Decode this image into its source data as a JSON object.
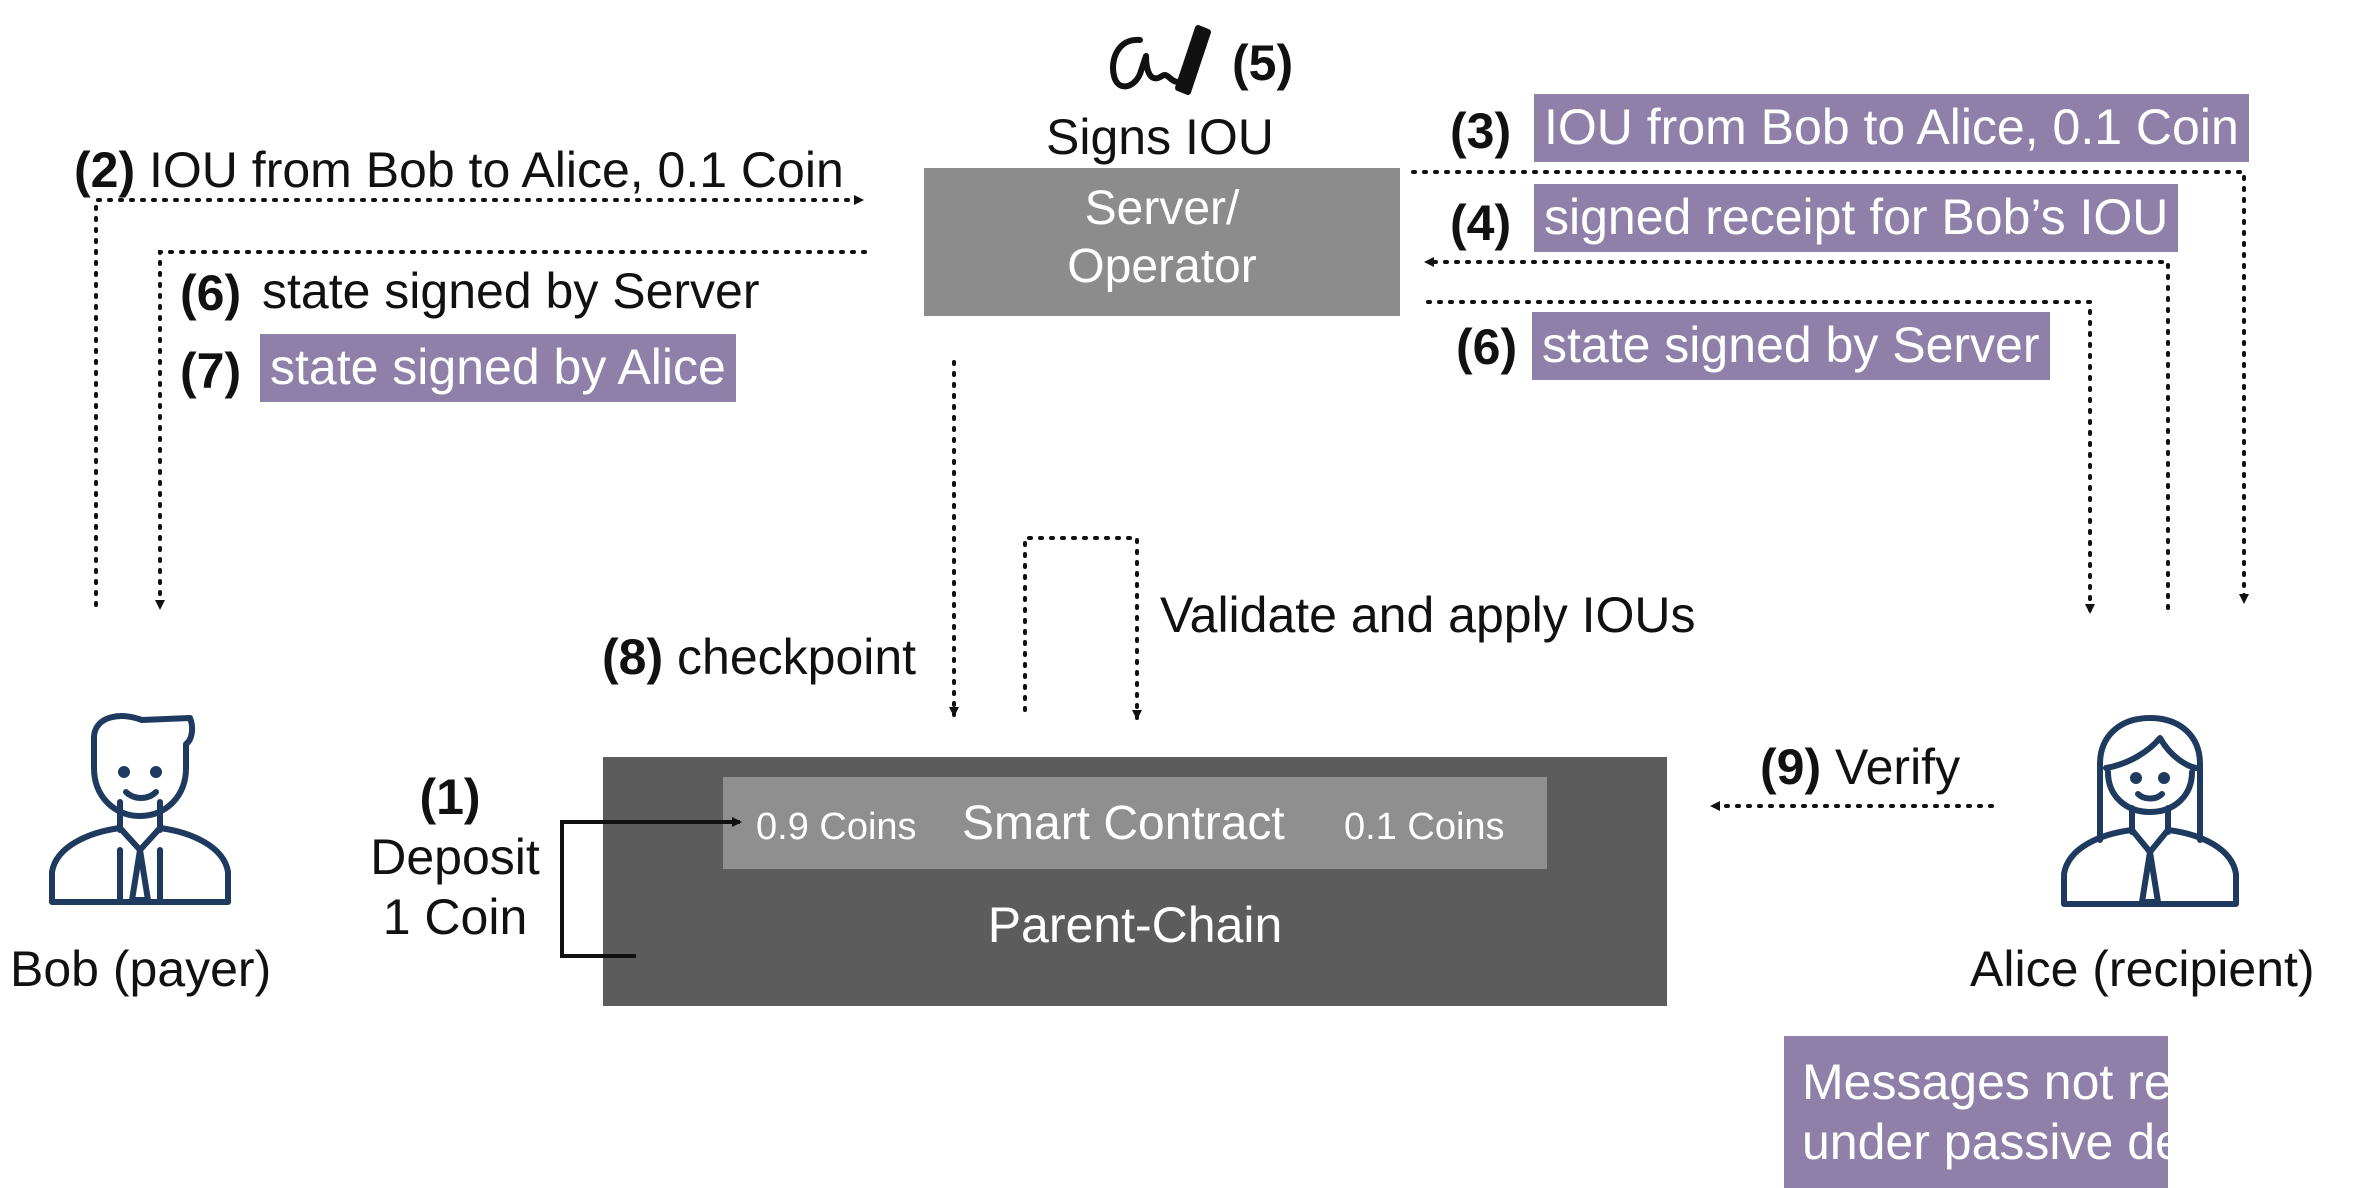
{
  "colors": {
    "highlight": "#8e80a8",
    "server_box": "#8c8c8c",
    "parent_chain": "#5c5c5c",
    "smart_contract": "#8f8f8f",
    "person_stroke": "#1f3a5f"
  },
  "server": {
    "line1": "Server/",
    "line2": "Operator",
    "sign_step": "(5)",
    "sign_label": "Signs IOU"
  },
  "bob": {
    "label": "Bob (payer)"
  },
  "alice": {
    "label": "Alice (recipient)"
  },
  "chain": {
    "name": "Parent-Chain",
    "contract": "Smart Contract",
    "left_amount": "0.9 Coins",
    "right_amount": "0.1 Coins"
  },
  "steps": {
    "s1": {
      "num": "(1)",
      "line1": "Deposit",
      "line2": "1 Coin"
    },
    "s2": {
      "num": "(2)",
      "text": "IOU from Bob to Alice, 0.1 Coin"
    },
    "s3": {
      "num": "(3)",
      "text": "IOU from Bob to Alice, 0.1 Coin"
    },
    "s4": {
      "num": "(4)",
      "text": "signed receipt for Bob’s IOU"
    },
    "s6a": {
      "num": "(6)",
      "text": "state signed by Server"
    },
    "s6b": {
      "num": "(6)",
      "text": "state signed by Server"
    },
    "s7": {
      "num": "(7)",
      "text": "state signed by Alice"
    },
    "s8": {
      "num": "(8)",
      "text": "checkpoint"
    },
    "s9": {
      "num": "(9)",
      "text": "Verify"
    }
  },
  "validate_label": "Validate and apply IOUs",
  "legend": {
    "line1": "Messages not required",
    "line2": "under passive delivery"
  }
}
